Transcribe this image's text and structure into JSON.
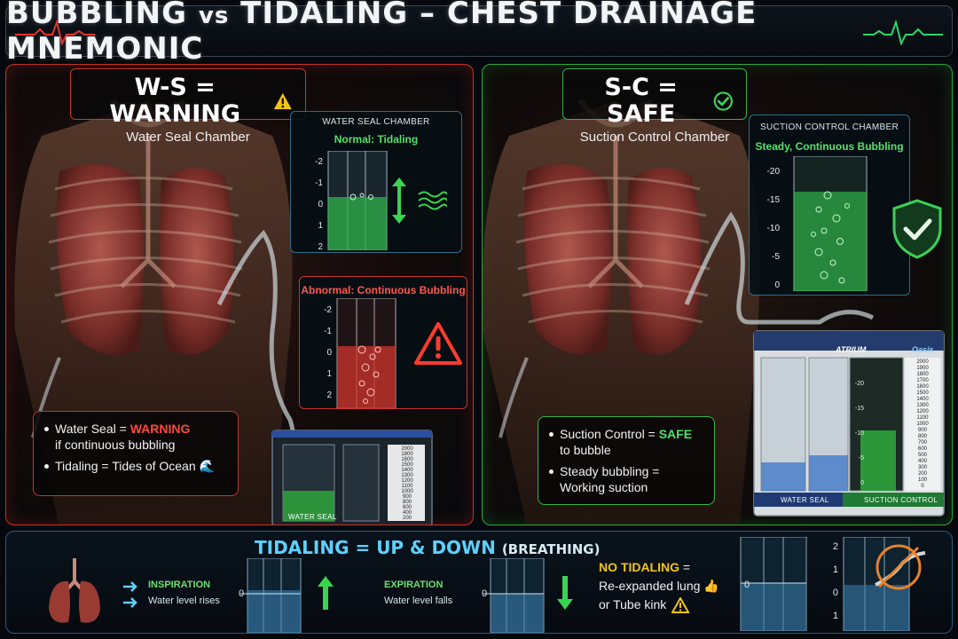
{
  "title": {
    "main": "BUBBLING",
    "vs": "vs",
    "rest": "TIDALING – CHEST DRAINAGE MNEMONIC"
  },
  "colors": {
    "warning": "#d0352d",
    "safe": "#33b448",
    "accent_blue": "#5fd0ff",
    "warning_yellow": "#f3c417"
  },
  "left_panel": {
    "header_main": "W-S = WARNING",
    "header_icon": "warning-triangle-icon",
    "header_sub": "Water Seal Chamber",
    "inset_normal": {
      "title": "WATER SEAL CHAMBER",
      "caption": "Normal: Tidaling",
      "scale": [
        "-2",
        "-1",
        "0",
        "1",
        "2"
      ]
    },
    "inset_abnormal": {
      "caption": "Abnormal: Continuous Bubbling",
      "scale": [
        "-2",
        "-1",
        "0",
        "1",
        "2"
      ]
    },
    "bullets": {
      "b1_pre": "Water Seal =",
      "b1_warn": "WARNING",
      "b1_post": "if continuous bubbling",
      "b2": "Tidaling = Tides of Ocean 🌊"
    },
    "unit_label": "WATER SEAL",
    "unit_scale": [
      "2000",
      "1800",
      "1600",
      "1500",
      "1400",
      "1300",
      "1200",
      "1100",
      "1000",
      "900",
      "800",
      "600",
      "400",
      "200"
    ]
  },
  "right_panel": {
    "header_main": "S-C = SAFE",
    "header_icon": "check-circle-icon",
    "header_sub": "Suction Control Chamber",
    "inset": {
      "title": "SUCTION CONTROL CHAMBER",
      "caption": "Steady, Continuous Bubbling",
      "scale": [
        "-20",
        "-15",
        "-10",
        "-5",
        "0"
      ]
    },
    "bullets": {
      "b1_pre": "Suction Control =",
      "b1_safe": "SAFE",
      "b1_post": "to bubble",
      "b2": "Steady bubbling = Working suction"
    },
    "unit": {
      "brand_left": "ATRIUM",
      "brand_right": "Oasis",
      "label_water_seal": "WATER SEAL",
      "label_suction": "SUCTION CONTROL",
      "suction_scale": [
        "-20",
        "-15",
        "-10",
        "-5",
        "0"
      ],
      "volume_scale": [
        "2000",
        "1900",
        "1800",
        "1700",
        "1600",
        "1500",
        "1400",
        "1300",
        "1200",
        "1100",
        "1000",
        "900",
        "800",
        "700",
        "600",
        "500",
        "400",
        "300",
        "200",
        "100",
        "0"
      ]
    }
  },
  "bottom": {
    "title": "TIDALING = UP & DOWN",
    "title_small": "(BREATHING)",
    "inspiration": "INSPIRATION",
    "inspiration_sub": "Water level rises",
    "expiration": "EXPIRATION",
    "expiration_sub": "Water level falls",
    "no_tidaling": "NO TIDALING",
    "no_tidaling_eq": "=",
    "reexpanded": "Re-expanded lung 👍",
    "tube_kink": "or Tube kink",
    "tube_scale_zero": "0",
    "right_scale": [
      "2",
      "1",
      "0",
      "1"
    ]
  }
}
